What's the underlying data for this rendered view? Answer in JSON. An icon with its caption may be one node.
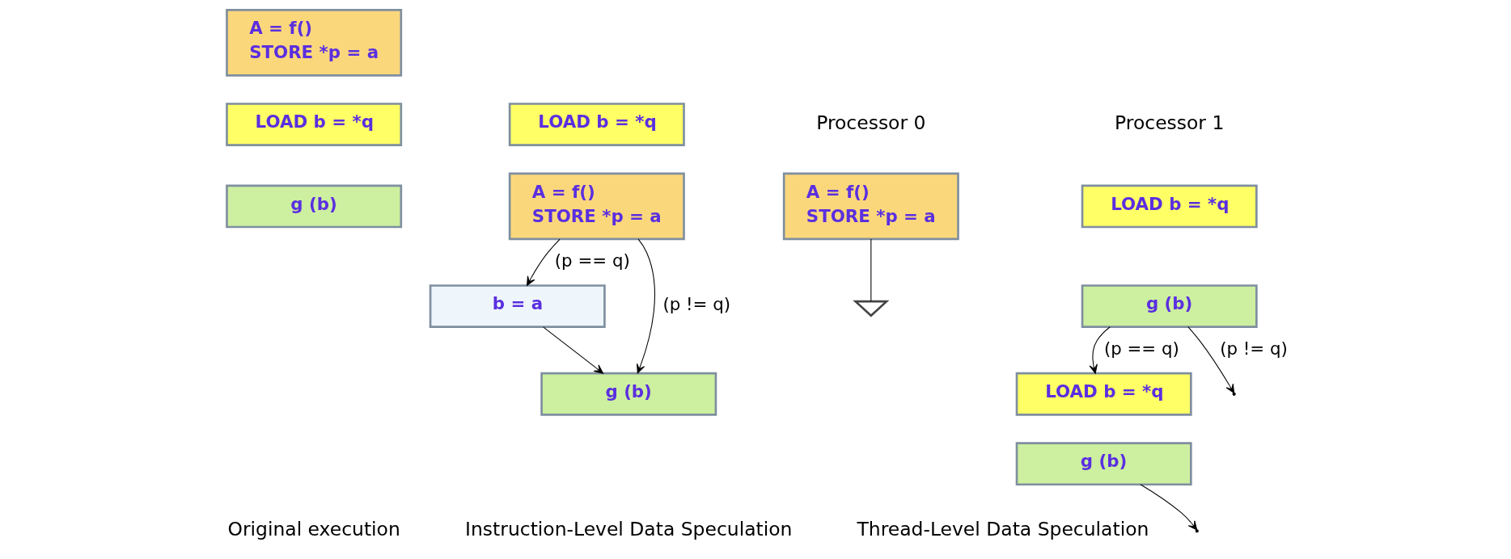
{
  "diagram": {
    "nodes": [
      {
        "text": [
          "A = f()",
          "STORE *p = a"
        ]
      },
      {
        "text": [
          "LOAD b = *q"
        ]
      },
      {
        "text": [
          "g (b)"
        ]
      },
      {
        "text": [
          "LOAD b = *q"
        ]
      },
      {
        "text": [
          "A = f()",
          "STORE *p = a"
        ]
      },
      {
        "text": [
          "b = a"
        ]
      },
      {
        "text": [
          "g (b)"
        ]
      },
      {
        "text": [
          "A = f()",
          "STORE *p = a"
        ]
      },
      {
        "text": [],
        "shape": "ground"
      },
      {
        "text": [
          "LOAD b = *q"
        ]
      },
      {
        "text": [
          "g (b)"
        ]
      },
      {
        "text": [
          "LOAD b = *q"
        ]
      },
      {
        "text": [
          "g (b)"
        ]
      }
    ],
    "edges": [
      {
        "from": 4,
        "to": 5,
        "arrow": "to",
        "label": "(p == q)"
      },
      {
        "from": 4,
        "to": 6,
        "arrow": "to",
        "label": "(p != q)"
      },
      {
        "from": 5,
        "to": 6,
        "arrow": "to"
      },
      {
        "from": 7,
        "to": 8,
        "arrow": "none"
      },
      {
        "from": 10,
        "to": 11,
        "arrow": "to",
        "label": "(p == q)"
      },
      {
        "from": 10,
        "to": null,
        "arrow": "to",
        "label": "(p != q)"
      },
      {
        "from": 12,
        "to": null,
        "arrow": "to"
      }
    ],
    "labels": [
      "Processor 0",
      "Processor 1",
      "Original execution",
      "Instruction-Level Data Speculation",
      "Thread-Level Data Speculation"
    ]
  }
}
